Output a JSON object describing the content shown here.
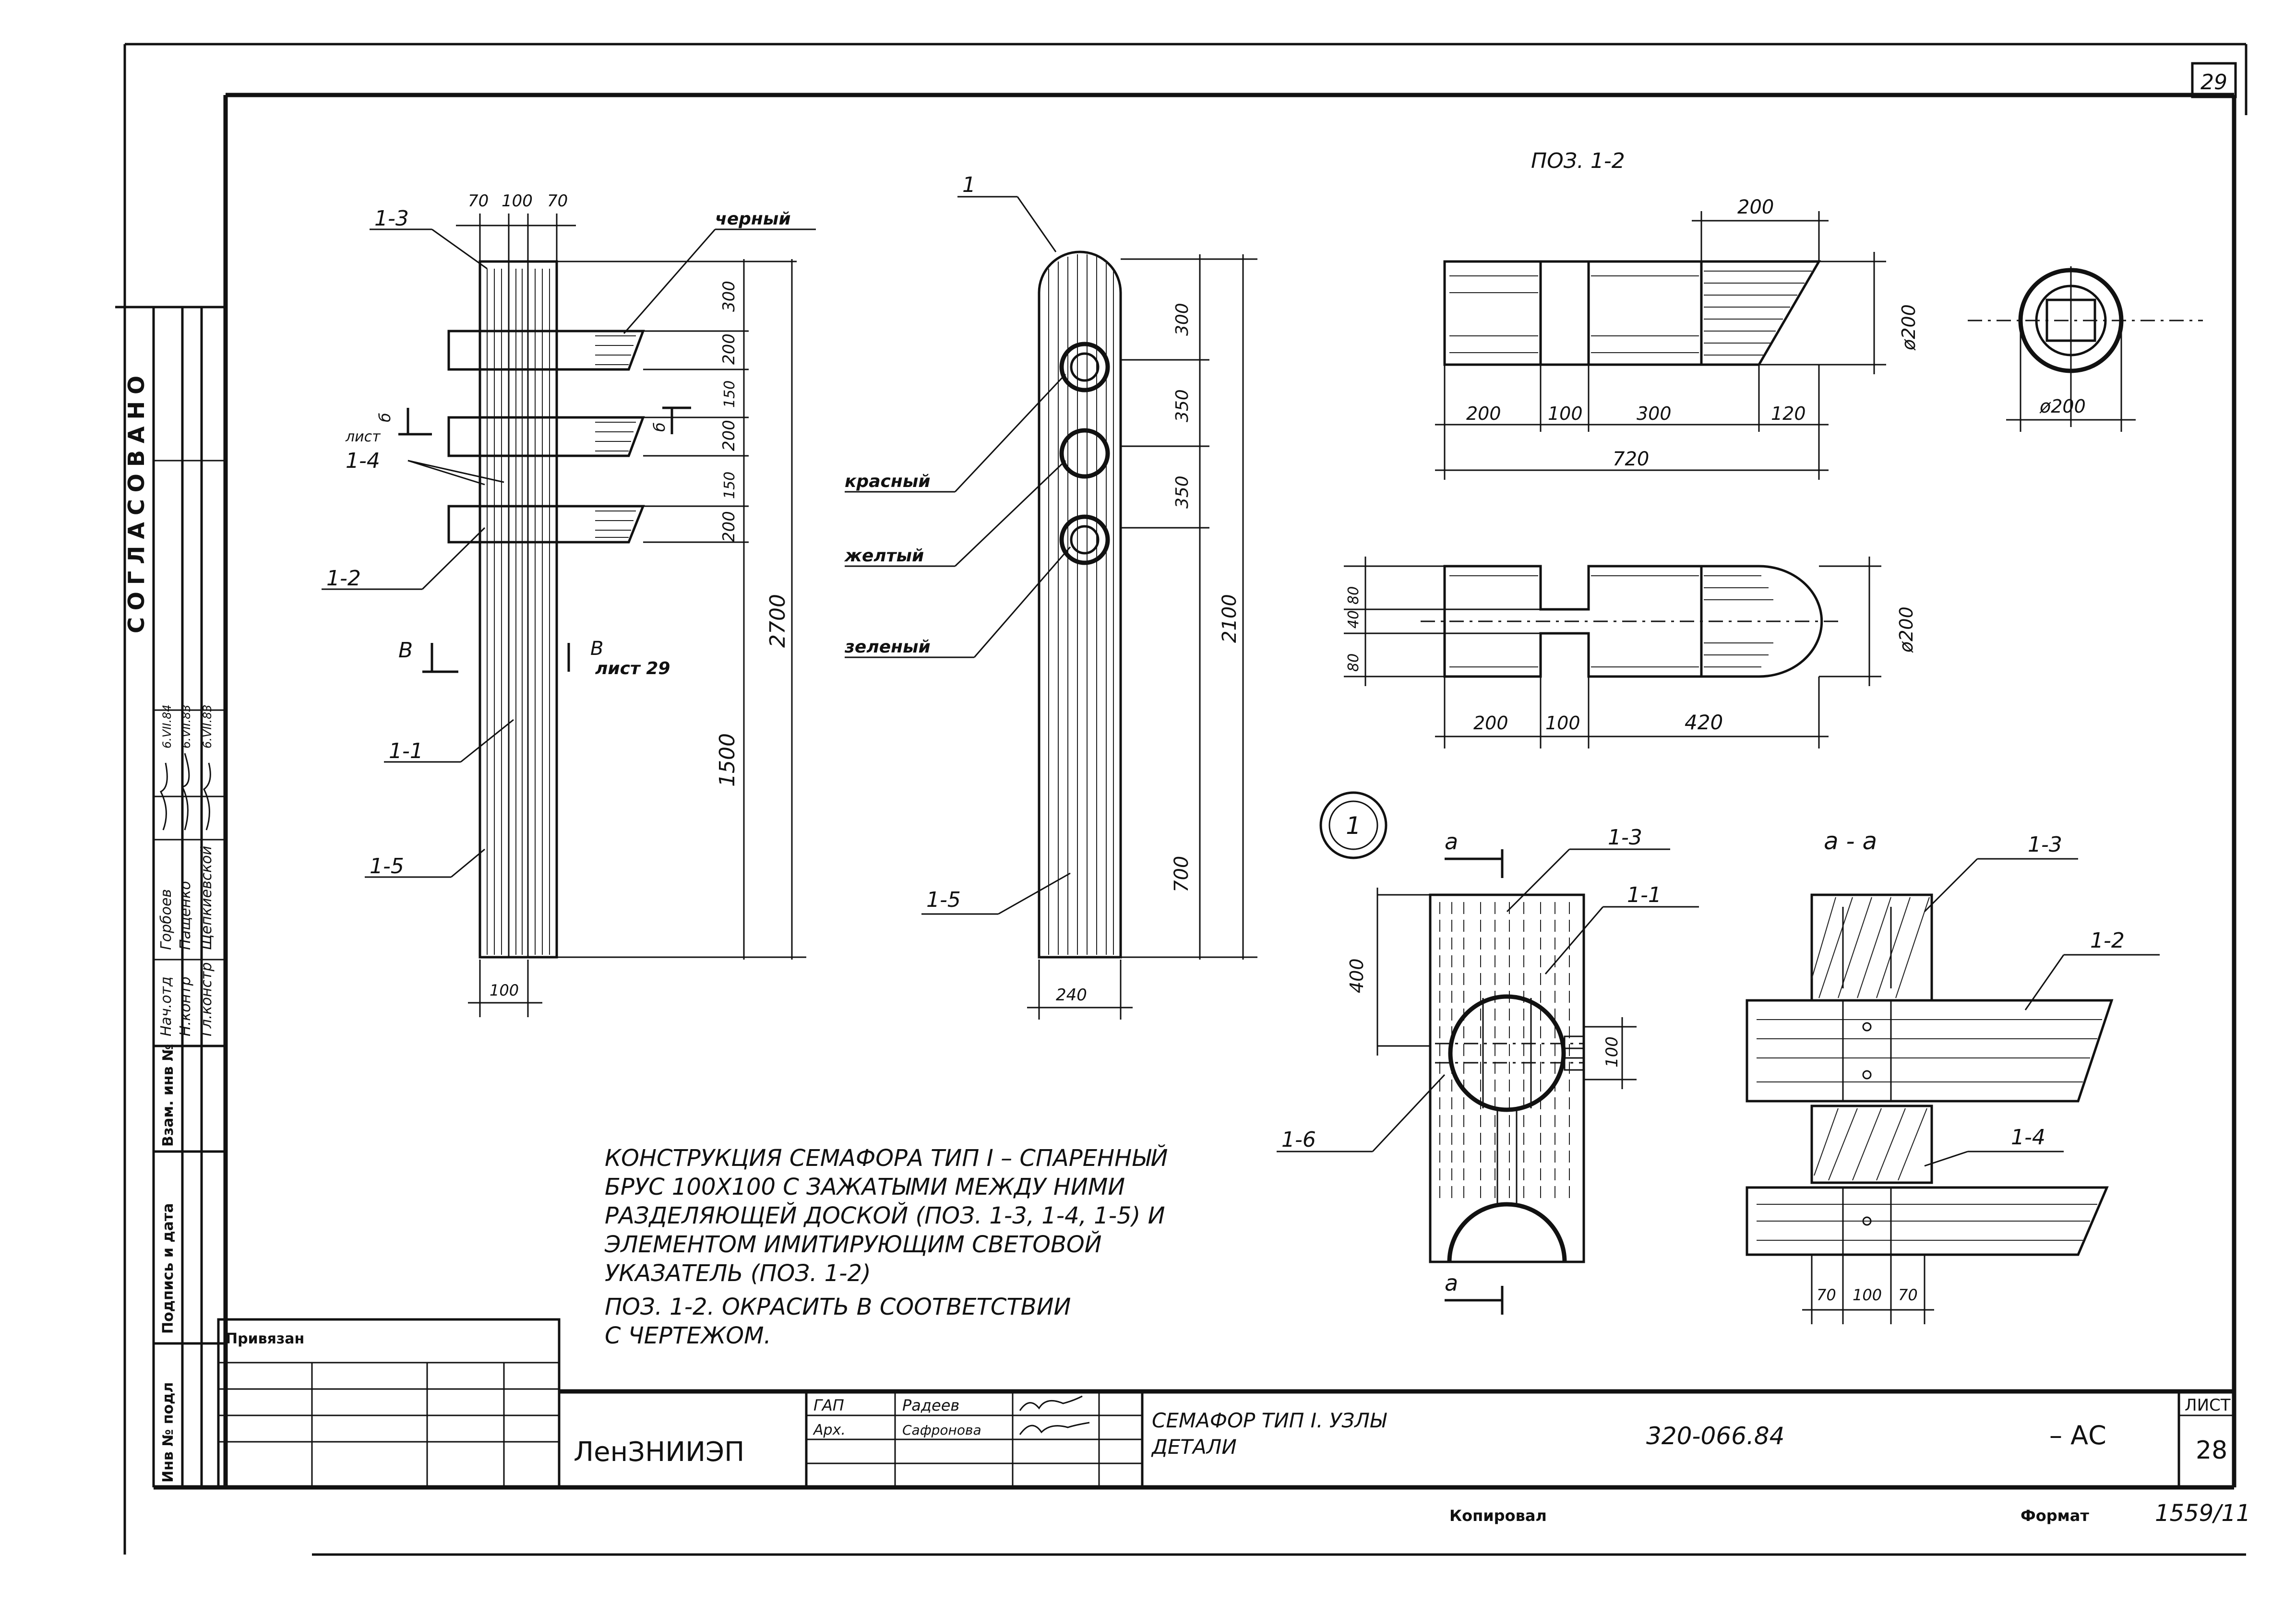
{
  "sheet": {
    "corner_number": "29",
    "stamp_agreed": "СОГЛАСОВАНО",
    "copied_label": "Копировал",
    "format_label": "Формат",
    "handwritten_number": "1559/11"
  },
  "left_strip": {
    "roles": [
      "Нач.отд",
      "Н.контр",
      "Гл.констр"
    ],
    "names": [
      "Горбоев",
      "Пащенко",
      "Щепкиевской"
    ],
    "dates": [
      "6.VII.84",
      "6.VII.83",
      "6.VII.83"
    ],
    "cols": [
      "Взам. инв №",
      "Подпись и дата",
      "Инв № подл"
    ]
  },
  "semaphore": {
    "labels": {
      "black": "черный",
      "sheet_ref": "лист",
      "section_b": "В",
      "section_b_sheet": "лист 29"
    },
    "positions": [
      "1-3",
      "1-4",
      "1-2",
      "1-1",
      "1-5"
    ],
    "top_dims": [
      "70",
      "100",
      "70"
    ],
    "right_dims": [
      "300",
      "200",
      "150",
      "200",
      "150",
      "200"
    ],
    "total_dims": [
      "2700",
      "1500"
    ],
    "bottom_dim": "100",
    "section_marks": [
      "б",
      "б"
    ]
  },
  "signal": {
    "labels": {
      "pos": "1",
      "red": "красный",
      "yellow": "желтый",
      "green": "зеленый",
      "pos_bottom": "1-5"
    },
    "right_dims": [
      "300",
      "350",
      "350",
      "700"
    ],
    "total_dim": "2100",
    "bottom_dim": "240"
  },
  "pos12": {
    "title": "ПОЗ. 1-2",
    "top_dims": [
      "200"
    ],
    "plan_dims": [
      "200",
      "100",
      "300",
      "120"
    ],
    "plan_total": "720",
    "diameter": "ø200",
    "circle_diameter": "ø200",
    "elev_left_dims": [
      "80",
      "40",
      "80"
    ],
    "elev_bottom_dims": [
      "200",
      "100",
      "420"
    ]
  },
  "node": {
    "circle_label": "1",
    "section_a": "а",
    "labels": [
      "1-3",
      "1-1",
      "1-6"
    ],
    "dims": [
      "400",
      "100"
    ],
    "section_title": "а - а",
    "section_labels": [
      "1-3",
      "1-2",
      "1-4"
    ],
    "section_dims": [
      "70",
      "100",
      "70"
    ]
  },
  "notes": {
    "lines": [
      "КОНСТРУКЦИЯ СЕМАФОРА ТИП I – СПАРЕННЫЙ",
      "БРУС 100Х100 С ЗАЖАТЫМИ МЕЖДУ НИМИ",
      "РАЗДЕЛЯЮЩЕЙ ДОСКОЙ (ПОЗ. 1-3, 1-4, 1-5) И",
      "ЭЛЕМЕНТОМ ИМИТИРУЮЩИМ СВЕТОВОЙ",
      "УКАЗАТЕЛЬ (ПОЗ. 1-2)",
      "ПОЗ. 1-2. ОКРАСИТЬ В СООТВЕТСТВИИ",
      "С ЧЕРТЕЖОМ."
    ]
  },
  "title_block": {
    "attached": "Привязан",
    "org": "ЛенЗНИИЭП",
    "gap_label": "ГАП",
    "gap_name": "Радеев",
    "arch_label": "Арх.",
    "arch_name": "Сафронова",
    "sheet_title_1": "СЕМАФОР ТИП I. УЗЛЫ",
    "sheet_title_2": "ДЕТАЛИ",
    "doc_code": "320-066.84",
    "section": "– АС",
    "sheet_label": "ЛИСТ",
    "sheet_number": "28"
  }
}
